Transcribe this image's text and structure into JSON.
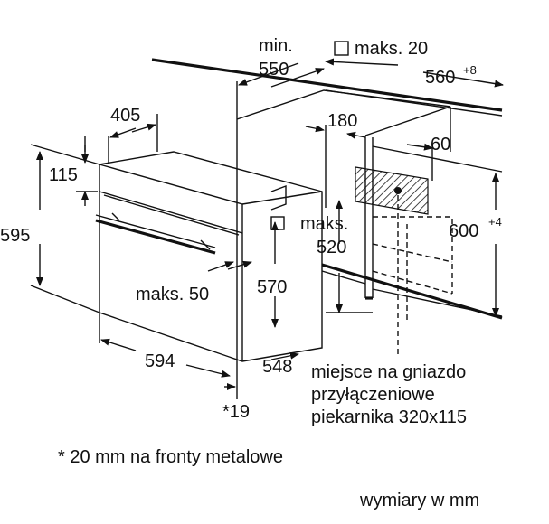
{
  "labels": {
    "min": "min.",
    "d550": "550",
    "maks20": "maks. 20",
    "d560": "560",
    "d560_sup": "+8",
    "d405": "405",
    "d180": "180",
    "d60": "60",
    "d115": "115",
    "d595": "595",
    "maks_a": "maks.",
    "d520": "520",
    "d600": "600",
    "d600_sup": "+4",
    "maks50": "maks. 50",
    "d570": "570",
    "d594": "594",
    "d548": "548",
    "d19": "*19",
    "socket_line1": "miejsce na gniazdo",
    "socket_line2": "przyłączeniowe",
    "socket_line3": "piekarnika 320x115",
    "footnote": "* 20 mm na fronty metalowe",
    "units": "wymiary w mm"
  }
}
